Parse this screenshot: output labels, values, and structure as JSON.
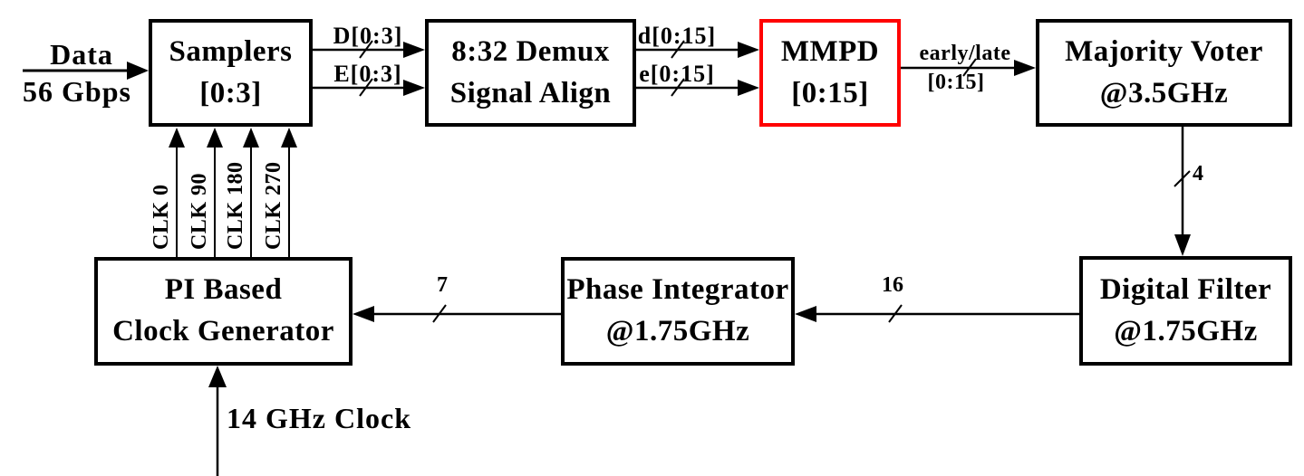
{
  "diagram": {
    "description": "CDR block diagram",
    "colors": {
      "box_border": "#000000",
      "highlight_border": "#ff0000",
      "text": "#000000",
      "background": "#ffffff"
    },
    "blocks": {
      "samplers": {
        "line1": "Samplers",
        "line2": "[0:3]"
      },
      "demux": {
        "line1": "8:32 Demux",
        "line2": "Signal Align"
      },
      "mmpd": {
        "line1": "MMPD",
        "line2": "[0:15]"
      },
      "majority_voter": {
        "line1": "Majority Voter",
        "line2": "@3.5GHz"
      },
      "digital_filter": {
        "line1": "Digital Filter",
        "line2": "@1.75GHz"
      },
      "phase_integrator": {
        "line1": "Phase Integrator",
        "line2": "@1.75GHz"
      },
      "clock_generator": {
        "line1": "PI Based",
        "line2": "Clock Generator"
      }
    },
    "signals": {
      "data_in_line1": "Data",
      "data_in_line2": "56 Gbps",
      "d_bus": "D[0:3]",
      "e_bus": "E[0:3]",
      "d_demux_bus": "d[0:15]",
      "e_demux_bus": "e[0:15]",
      "early_late_line1": "early/late",
      "early_late_line2": "[0:15]",
      "voter_bus_width": "4",
      "filter_bus_width": "16",
      "integrator_bus_width": "7",
      "ref_clock": "14 GHz Clock",
      "clk_phases": [
        "CLK 0",
        "CLK 90",
        "CLK 180",
        "CLK 270"
      ]
    }
  }
}
